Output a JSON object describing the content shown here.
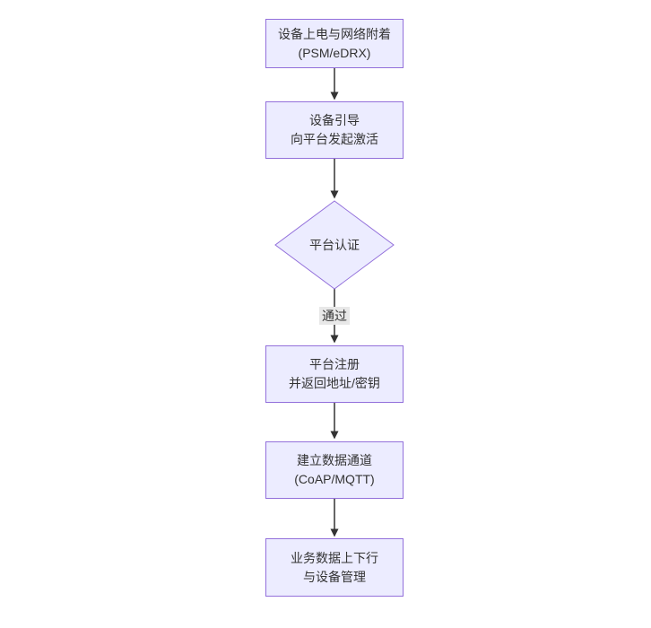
{
  "diagram": {
    "type": "flowchart",
    "direction": "top-down",
    "colors": {
      "node_fill": "#ECECFF",
      "node_border": "#9370DB",
      "edge_stroke": "#333333",
      "text": "#333333",
      "edge_label_bg": "#e8e8e8",
      "background": "#ffffff"
    },
    "nodes": [
      {
        "id": "attach",
        "shape": "rect",
        "line1": "设备上电与网络附着",
        "line2": "(PSM/eDRX)"
      },
      {
        "id": "boot",
        "shape": "rect",
        "line1": "设备引导",
        "line2": "向平台发起激活"
      },
      {
        "id": "auth",
        "shape": "diamond",
        "line1": "平台认证",
        "line2": ""
      },
      {
        "id": "register",
        "shape": "rect",
        "line1": "平台注册",
        "line2": "并返回地址/密钥"
      },
      {
        "id": "channel",
        "shape": "rect",
        "line1": "建立数据通道",
        "line2": "(CoAP/MQTT)"
      },
      {
        "id": "business",
        "shape": "rect",
        "line1": "业务数据上下行",
        "line2": "与设备管理"
      }
    ],
    "edges": [
      {
        "from": "attach",
        "to": "boot",
        "label": ""
      },
      {
        "from": "boot",
        "to": "auth",
        "label": ""
      },
      {
        "from": "auth",
        "to": "register",
        "label": "通过"
      },
      {
        "from": "register",
        "to": "channel",
        "label": ""
      },
      {
        "from": "channel",
        "to": "business",
        "label": ""
      }
    ]
  }
}
